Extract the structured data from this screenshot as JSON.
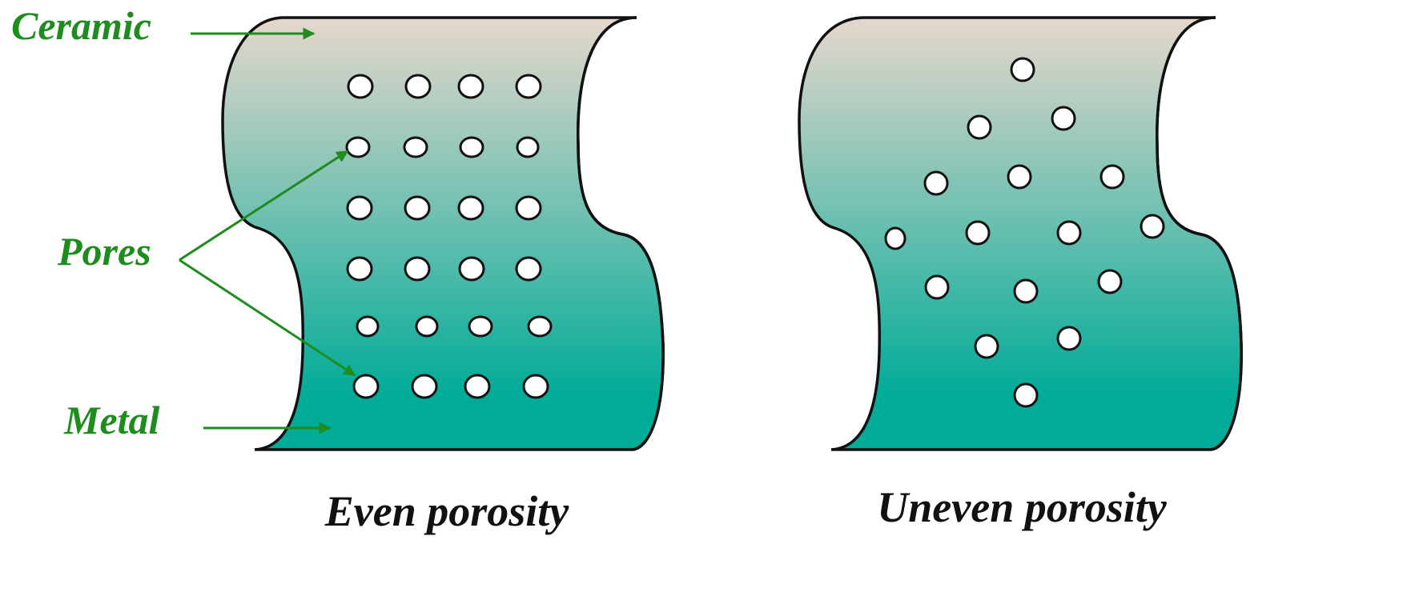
{
  "colors": {
    "ceramic": "#e6d7cc",
    "metal": "#00ab98",
    "annotation": "#1e8c1e",
    "outline": "#111111",
    "pore_fill": "#ffffff"
  },
  "labels": {
    "ceramic": "Ceramic",
    "pores": "Pores",
    "metal": "Metal"
  },
  "panels": [
    {
      "caption": "Even porosity",
      "pores": [
        [
          450,
          108,
          15,
          14
        ],
        [
          522,
          108,
          15,
          14
        ],
        [
          588,
          108,
          15,
          14
        ],
        [
          660,
          108,
          15,
          14
        ],
        [
          447,
          184,
          14,
          12
        ],
        [
          519,
          184,
          14,
          12
        ],
        [
          589,
          184,
          14,
          12
        ],
        [
          659,
          184,
          13,
          12
        ],
        [
          449,
          260,
          15,
          14
        ],
        [
          521,
          260,
          15,
          14
        ],
        [
          588,
          260,
          15,
          14
        ],
        [
          660,
          260,
          15,
          14
        ],
        [
          449,
          336,
          15,
          14
        ],
        [
          521,
          336,
          15,
          14
        ],
        [
          589,
          336,
          15,
          14
        ],
        [
          660,
          336,
          15,
          14
        ],
        [
          459,
          408,
          13,
          12
        ],
        [
          533,
          408,
          13,
          12
        ],
        [
          600,
          408,
          14,
          12
        ],
        [
          674,
          408,
          14,
          12
        ],
        [
          457,
          483,
          15,
          14
        ],
        [
          530,
          483,
          15,
          14
        ],
        [
          596,
          483,
          15,
          14
        ],
        [
          669,
          483,
          15,
          14
        ]
      ]
    },
    {
      "caption": "Uneven porosity",
      "pores": [
        [
          1277,
          87,
          14,
          14
        ],
        [
          1223,
          159,
          14,
          14
        ],
        [
          1328,
          148,
          14,
          14
        ],
        [
          1169,
          229,
          14,
          14
        ],
        [
          1273,
          221,
          14,
          14
        ],
        [
          1389,
          221,
          14,
          14
        ],
        [
          1118,
          298,
          12,
          13
        ],
        [
          1221,
          291,
          14,
          14
        ],
        [
          1335,
          291,
          14,
          14
        ],
        [
          1439,
          283,
          14,
          14
        ],
        [
          1170,
          359,
          14,
          14
        ],
        [
          1281,
          364,
          14,
          14
        ],
        [
          1386,
          352,
          14,
          14
        ],
        [
          1232,
          433,
          14,
          14
        ],
        [
          1335,
          423,
          14,
          14
        ],
        [
          1281,
          494,
          14,
          14
        ]
      ]
    }
  ]
}
